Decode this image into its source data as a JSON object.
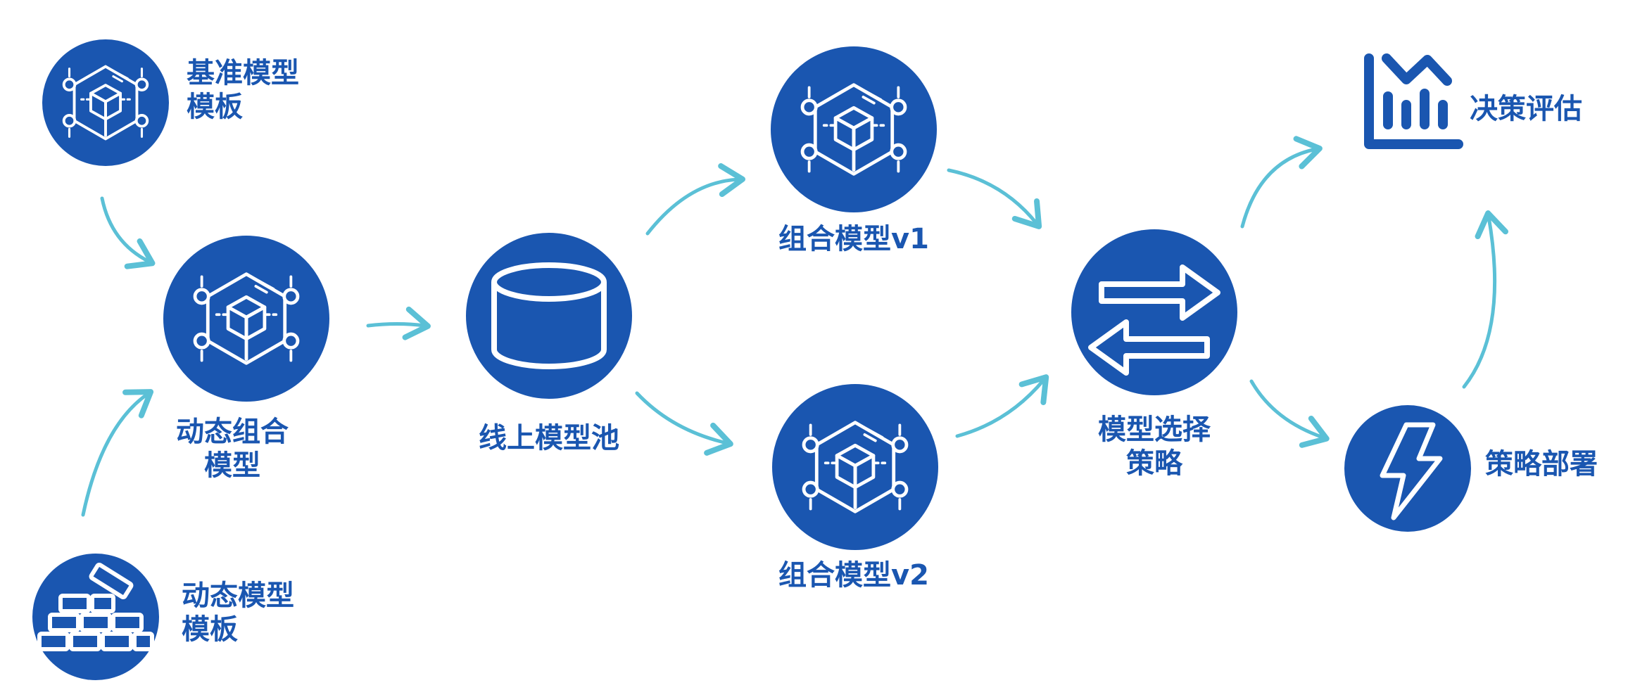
{
  "colors": {
    "node": "#1a56b0",
    "arrow": "#5bc0d6",
    "icon": "#ffffff",
    "label": "#1a56b0"
  },
  "nodes": {
    "base_template": {
      "lines": [
        "基准模型",
        "模板"
      ],
      "icon": "cube-network-icon"
    },
    "dynamic_combo": {
      "lines": [
        "动态组合",
        "模型"
      ],
      "icon": "cube-network-icon"
    },
    "dynamic_template": {
      "lines": [
        "动态模型",
        "模板"
      ],
      "icon": "bricks-icon"
    },
    "online_pool": {
      "lines": [
        "线上模型池"
      ],
      "icon": "database-cylinder-icon"
    },
    "combo_v1": {
      "lines": [
        "组合模型v1"
      ],
      "icon": "cube-network-icon"
    },
    "combo_v2": {
      "lines": [
        "组合模型v2"
      ],
      "icon": "cube-network-icon"
    },
    "select_strategy": {
      "lines": [
        "模型选择",
        "策略"
      ],
      "icon": "swap-arrows-icon"
    },
    "decision_eval": {
      "lines": [
        "决策评估"
      ],
      "icon": "bar-chart-icon"
    },
    "deploy": {
      "lines": [
        "策略部署"
      ],
      "icon": "lightning-icon"
    }
  },
  "edges": [
    [
      "base_template",
      "dynamic_combo"
    ],
    [
      "dynamic_template",
      "dynamic_combo"
    ],
    [
      "dynamic_combo",
      "online_pool"
    ],
    [
      "online_pool",
      "combo_v1"
    ],
    [
      "online_pool",
      "combo_v2"
    ],
    [
      "combo_v1",
      "select_strategy"
    ],
    [
      "combo_v2",
      "select_strategy"
    ],
    [
      "select_strategy",
      "decision_eval"
    ],
    [
      "select_strategy",
      "deploy"
    ],
    [
      "deploy",
      "decision_eval"
    ]
  ]
}
